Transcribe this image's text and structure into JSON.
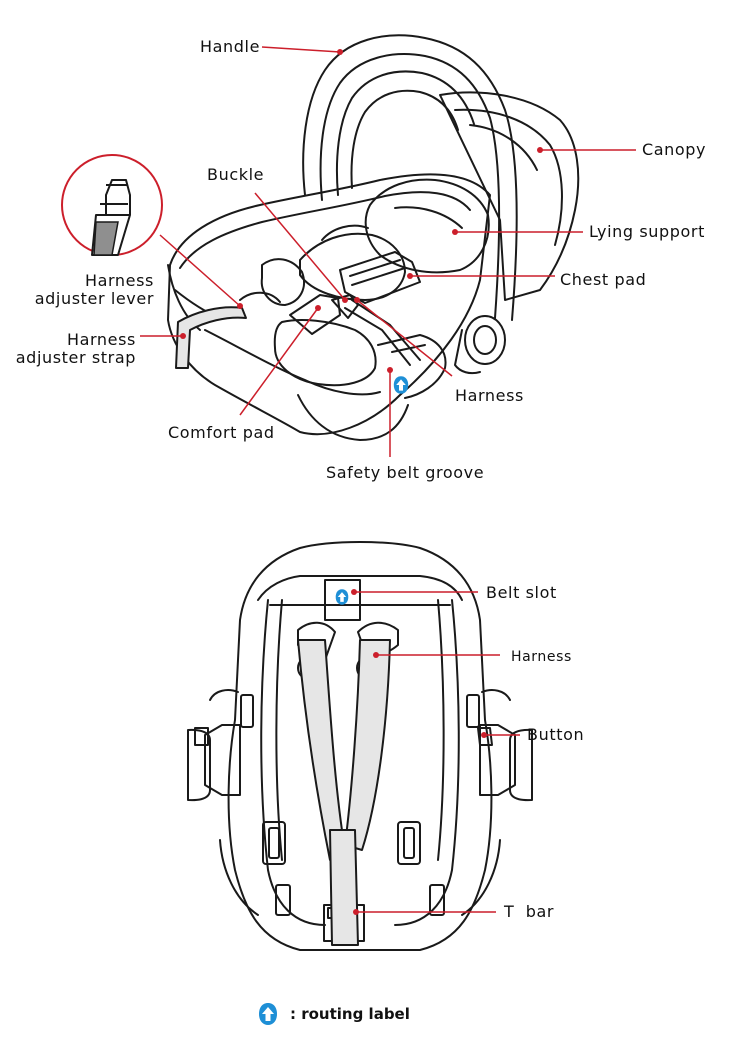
{
  "colors": {
    "line": "#cc1f2b",
    "ink": "#1a1a1a",
    "label_icon": "#1e8fd6",
    "strap_fill": "#e6e6e6"
  },
  "upper_diagram": {
    "labels": {
      "handle": "Handle",
      "canopy": "Canopy",
      "buckle": "Buckle",
      "lying_support": "Lying support",
      "chest_pad": "Chest pad",
      "harness_adjuster_lever": "Harness\nadjuster lever",
      "harness_adjuster_strap": "Harness\nadjuster strap",
      "harness": "Harness",
      "comfort_pad": "Comfort pad",
      "safety_belt_groove": "Safety belt groove"
    }
  },
  "lower_diagram": {
    "labels": {
      "belt_slot": "Belt slot",
      "harness": "Harness",
      "button": "Button",
      "t_bar": "T  bar"
    }
  },
  "legend": {
    "icon": "routing-label-icon",
    "text": ": routing label"
  }
}
